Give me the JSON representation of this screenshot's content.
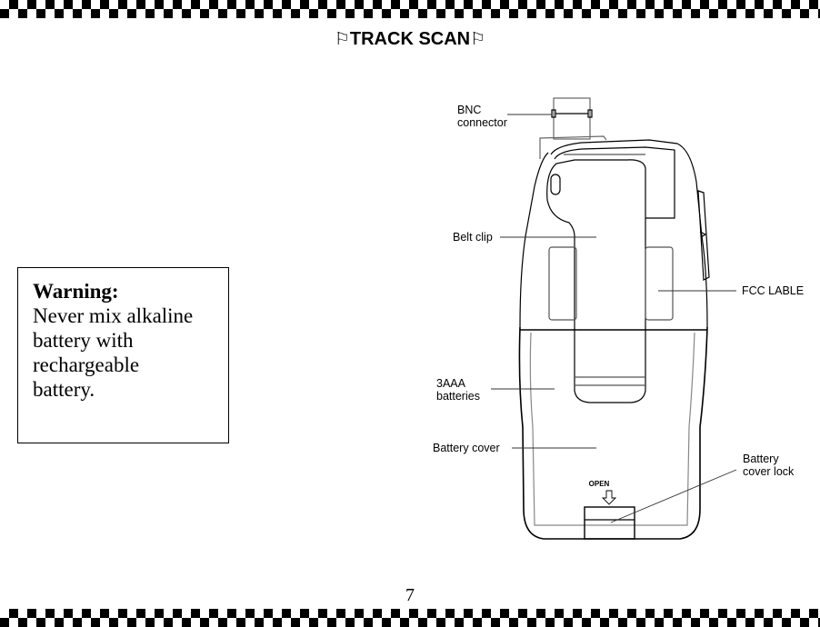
{
  "header": {
    "title": "TRACK SCAN",
    "flag_glyph": "⚐"
  },
  "warning": {
    "heading": "Warning:",
    "lines": [
      "Never mix alkaline",
      "battery with",
      "rechargeable",
      "battery."
    ]
  },
  "diagram": {
    "device": "handheld scanner radio (rear view)",
    "open_marking": "OPEN",
    "labels": {
      "bnc": [
        "BNC",
        "connector"
      ],
      "belt_clip": "Belt clip",
      "fcc": "FCC LABLE",
      "batteries": [
        "3AAA",
        "batteries"
      ],
      "battery_cover": "Battery cover",
      "cover_lock": [
        "Battery",
        "cover lock"
      ]
    }
  },
  "footer": {
    "page_number": "7"
  },
  "colors": {
    "ink": "#000000",
    "line_gray": "#555555",
    "background": "#ffffff"
  }
}
